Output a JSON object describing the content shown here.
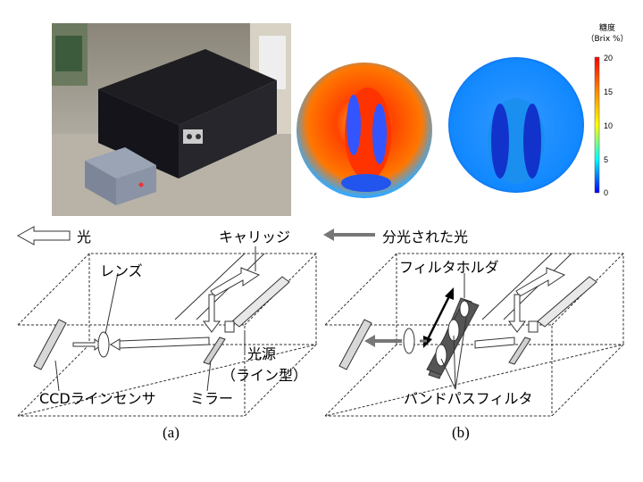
{
  "top": {
    "colorbar": {
      "title": "糖度",
      "unit": "（Brix %）",
      "ticks": [
        "20",
        "15",
        "10",
        "5",
        "0"
      ],
      "stops": [
        "#ff0000",
        "#ff8800",
        "#ffff00",
        "#00ffff",
        "#0000ff"
      ]
    }
  },
  "legend": {
    "light_label": "光",
    "dispersed_label": "分光された光"
  },
  "diagram_a": {
    "carriage": "キャリッジ",
    "lens": "レンズ",
    "light_source": "光源",
    "light_source_type": "（ライン型）",
    "ccd": "CCDラインセンサ",
    "mirror": "ミラー",
    "caption": "(a)"
  },
  "diagram_b": {
    "filter_holder": "フィルタホルダ",
    "bandpass": "バンドパスフィルタ",
    "caption": "(b)"
  }
}
